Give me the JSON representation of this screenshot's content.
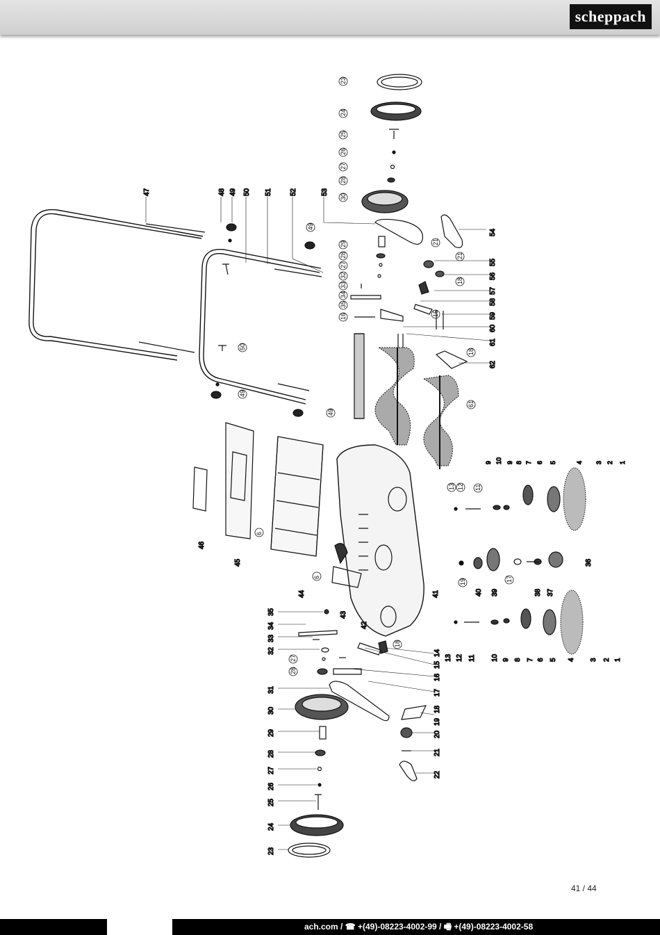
{
  "header": {
    "logo_text": "scheppach"
  },
  "page_number": "41 / 44",
  "footer": {
    "contact": "ach.com / ☎ +(49)-08223-4002-99 / 🖷 +(49)-08223-4002-58"
  },
  "diagram": {
    "top_labels": [
      "47",
      "48",
      "49",
      "50",
      "51",
      "52",
      "53"
    ],
    "right_upper_labels": [
      "54",
      "55",
      "56",
      "57",
      "58",
      "59",
      "60",
      "61",
      "62"
    ],
    "right_mid_labels": [
      "9",
      "10",
      "9",
      "8",
      "7",
      "6",
      "5",
      "4",
      "3",
      "2",
      "1"
    ],
    "body_labels": [
      "36",
      "37",
      "38",
      "39",
      "40",
      "41",
      "42",
      "43",
      "44",
      "45",
      "46"
    ],
    "bottom_right_labels": [
      "13",
      "12",
      "11",
      "10",
      "9",
      "8",
      "7",
      "6",
      "5",
      "4",
      "3",
      "2",
      "1"
    ],
    "left_lower_labels": [
      "35",
      "34",
      "33",
      "32",
      "31",
      "30",
      "29",
      "28",
      "27",
      "26",
      "25",
      "24",
      "23"
    ],
    "lower_mid_labels": [
      "14",
      "15",
      "16",
      "17",
      "18",
      "19",
      "20",
      "21",
      "22"
    ],
    "circled_upper_wheel": [
      "23",
      "24",
      "25",
      "26",
      "27",
      "28",
      "30"
    ],
    "circled_upper_axle": [
      "29",
      "28",
      "27",
      "32",
      "33",
      "34",
      "35",
      "16"
    ],
    "circled_misc": [
      "21",
      "21",
      "18",
      "15",
      "18",
      "61",
      "49",
      "49",
      "49",
      "50"
    ],
    "circled_body": [
      "6",
      "6",
      "11",
      "12",
      "13",
      "19",
      "17",
      "18",
      "27",
      "28"
    ]
  }
}
